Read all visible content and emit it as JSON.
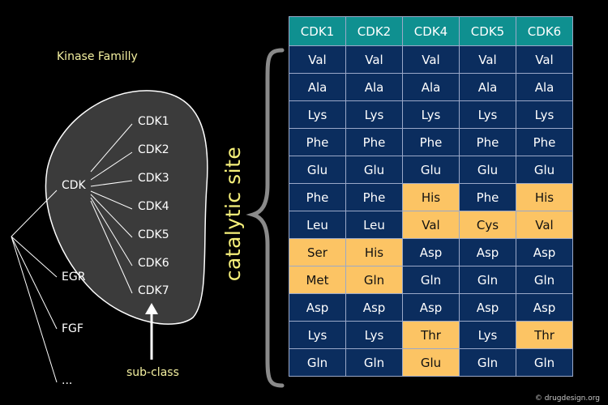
{
  "tree": {
    "title": "Kinase Familly",
    "root_label": "CDK",
    "subclasses": [
      "CDK1",
      "CDK2",
      "CDK3",
      "CDK4",
      "CDK5",
      "CDK6",
      "CDK7"
    ],
    "siblings": [
      "EGR",
      "FGF",
      "..."
    ],
    "subclass_caption": "sub-class"
  },
  "catalytic_label": "catalytic site",
  "table": {
    "columns": [
      "CDK1",
      "CDK2",
      "CDK4",
      "CDK5",
      "CDK6"
    ],
    "rows": [
      [
        "Val",
        "Val",
        "Val",
        "Val",
        "Val"
      ],
      [
        "Ala",
        "Ala",
        "Ala",
        "Ala",
        "Ala"
      ],
      [
        "Lys",
        "Lys",
        "Lys",
        "Lys",
        "Lys"
      ],
      [
        "Phe",
        "Phe",
        "Phe",
        "Phe",
        "Phe"
      ],
      [
        "Glu",
        "Glu",
        "Glu",
        "Glu",
        "Glu"
      ],
      [
        "Phe",
        "Phe",
        "His",
        "Phe",
        "His"
      ],
      [
        "Leu",
        "Leu",
        "Val",
        "Cys",
        "Val"
      ],
      [
        "Ser",
        "His",
        "Asp",
        "Asp",
        "Asp"
      ],
      [
        "Met",
        "Gln",
        "Gln",
        "Gln",
        "Gln"
      ],
      [
        "Asp",
        "Asp",
        "Asp",
        "Asp",
        "Asp"
      ],
      [
        "Lys",
        "Lys",
        "Thr",
        "Lys",
        "Thr"
      ],
      [
        "Gln",
        "Gln",
        "Glu",
        "Gln",
        "Gln"
      ]
    ],
    "highlighted": [
      [
        5,
        2
      ],
      [
        5,
        4
      ],
      [
        6,
        2
      ],
      [
        6,
        3
      ],
      [
        6,
        4
      ],
      [
        7,
        0
      ],
      [
        7,
        1
      ],
      [
        8,
        0
      ],
      [
        8,
        1
      ],
      [
        10,
        2
      ],
      [
        10,
        4
      ],
      [
        11,
        2
      ]
    ]
  },
  "colors": {
    "header_bg": "#0f9090",
    "cell_bg": "#0b2d5e",
    "highlight_bg": "#fcc464",
    "label_yellow": "#f4f0a0"
  },
  "credit": "© drugdesign.org"
}
